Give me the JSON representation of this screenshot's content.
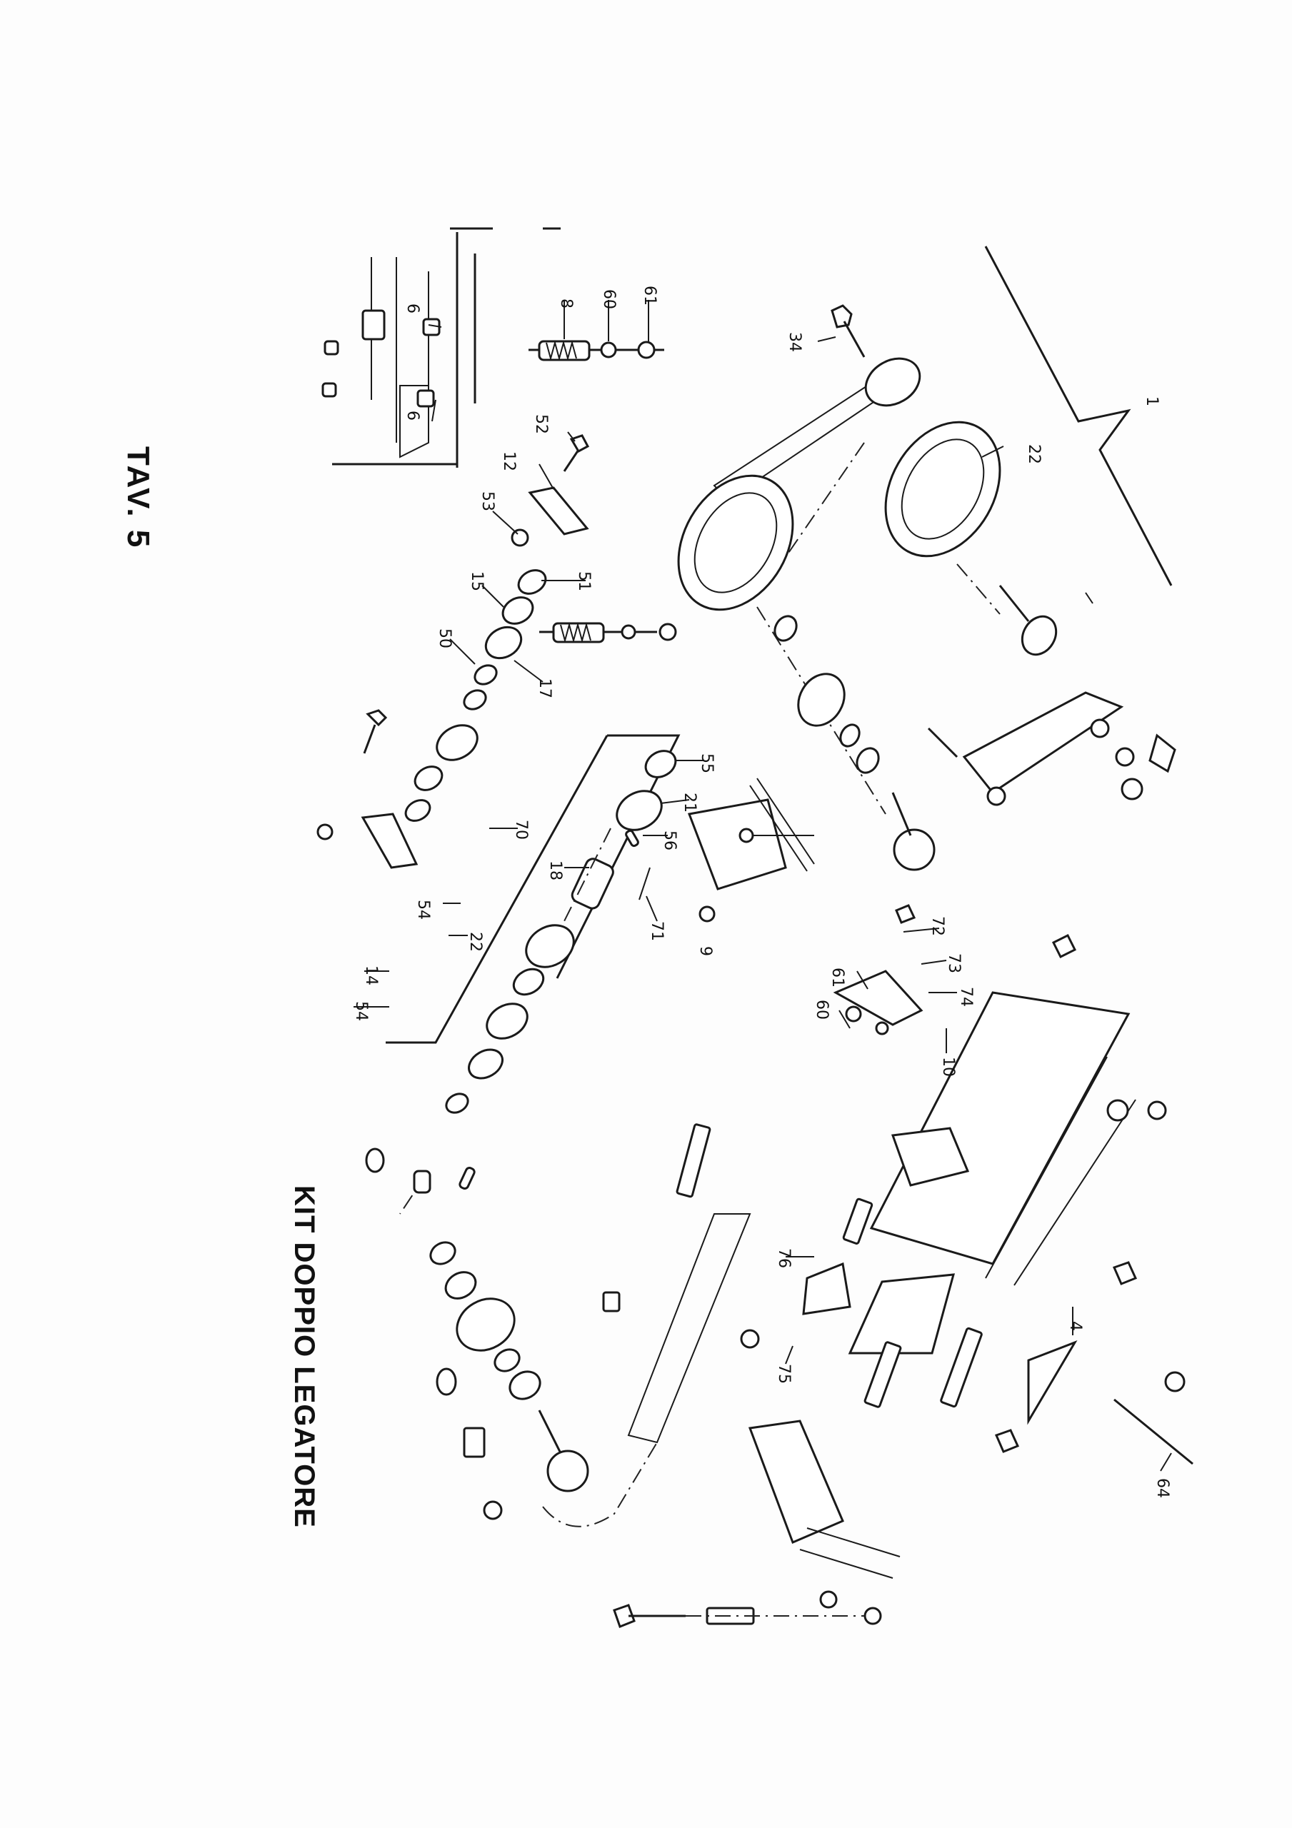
{
  "page": {
    "title": "TAV. 5",
    "subtitle": "KIT DOPPIO LEGATORE",
    "ink_color": "#1a1a1a",
    "paper_color": "#fdfdfd"
  },
  "diagram": {
    "type": "exploded-parts-drawing",
    "orientation": "rotated-90-clockwise",
    "callouts": [
      {
        "id": "c1",
        "label": "1"
      },
      {
        "id": "c22a",
        "label": "22"
      },
      {
        "id": "c34",
        "label": "34"
      },
      {
        "id": "c61a",
        "label": "61"
      },
      {
        "id": "c60a",
        "label": "60"
      },
      {
        "id": "c8a",
        "label": "8"
      },
      {
        "id": "c6a",
        "label": "6"
      },
      {
        "id": "c6b",
        "label": "6"
      },
      {
        "id": "c52",
        "label": "52"
      },
      {
        "id": "c12",
        "label": "12"
      },
      {
        "id": "c53",
        "label": "53"
      },
      {
        "id": "c51",
        "label": "51"
      },
      {
        "id": "c15",
        "label": "15"
      },
      {
        "id": "c17",
        "label": "17"
      },
      {
        "id": "c50",
        "label": "50"
      },
      {
        "id": "c55",
        "label": "55"
      },
      {
        "id": "c21",
        "label": "21"
      },
      {
        "id": "c56",
        "label": "56"
      },
      {
        "id": "c18",
        "label": "18"
      },
      {
        "id": "c71",
        "label": "71"
      },
      {
        "id": "c9",
        "label": "9"
      },
      {
        "id": "c70",
        "label": "70"
      },
      {
        "id": "c54a",
        "label": "54"
      },
      {
        "id": "c22b",
        "label": "22"
      },
      {
        "id": "c14",
        "label": "14"
      },
      {
        "id": "c54b",
        "label": "54"
      },
      {
        "id": "c72",
        "label": "72"
      },
      {
        "id": "c73",
        "label": "73"
      },
      {
        "id": "c74",
        "label": "74"
      },
      {
        "id": "c61b",
        "label": "61"
      },
      {
        "id": "c60b",
        "label": "60"
      },
      {
        "id": "c10",
        "label": "10"
      },
      {
        "id": "c76",
        "label": "76"
      },
      {
        "id": "c75",
        "label": "75"
      },
      {
        "id": "c4",
        "label": "4"
      },
      {
        "id": "c64",
        "label": "64"
      }
    ]
  }
}
